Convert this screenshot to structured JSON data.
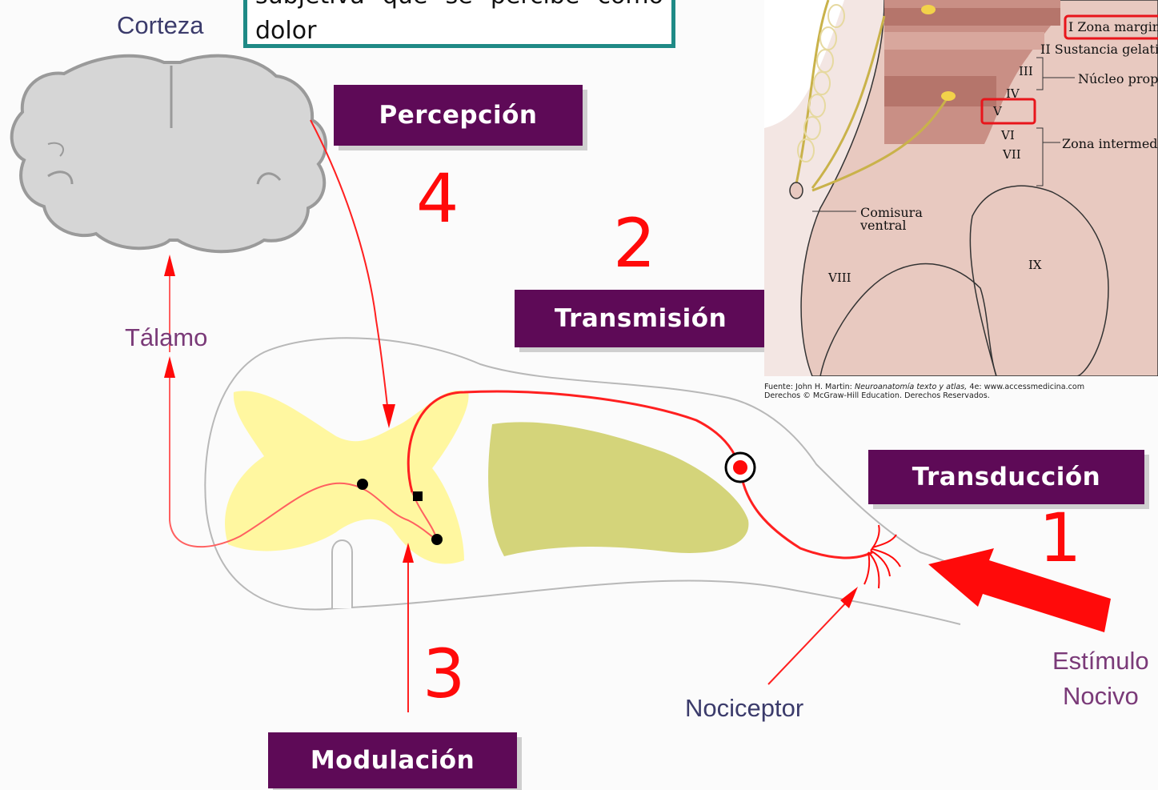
{
  "definition": {
    "line1_words": [
      "subjetiva",
      "que",
      "se",
      "percibe",
      "como"
    ],
    "line2": "dolor"
  },
  "stages": {
    "perception": {
      "label": "Percepción",
      "number": "4"
    },
    "transmission": {
      "label": "Transmisión",
      "number": "2"
    },
    "modulation": {
      "label": "Modulación",
      "number": "3"
    },
    "transduction": {
      "label": "Transducción",
      "number": "1"
    }
  },
  "labels": {
    "cortex": "Corteza",
    "thalamus": "Tálamo",
    "nociceptor": "Nociceptor",
    "stimulus_line1": "Estímulo",
    "stimulus_line2": "Nocivo"
  },
  "inset": {
    "zone_labels": [
      "I Zona marginal",
      "II Sustancia gelatinosa",
      "Núcleo propio",
      "Zona intermedia"
    ],
    "commissure": [
      "Comisura",
      "ventral"
    ],
    "laminae": [
      "III",
      "IV",
      "V",
      "VI",
      "VII",
      "VIII",
      "IX"
    ],
    "credit_line1_prefix": "Fuente: John H. Martin: ",
    "credit_line1_italic": "Neuroanatomía texto y atlas,",
    "credit_line1_suffix": " 4e: www.accessmedicina.com",
    "credit_line2": "Derechos © McGraw-Hill Education. Derechos Reservados."
  },
  "colors": {
    "stage_box": "#5e0a57",
    "arrow_red": "#ff0a0a",
    "def_border": "#1f8a86",
    "gray_matter": "#fff7a0",
    "tract": "#d4d47a",
    "highlight": "#e8151b"
  }
}
